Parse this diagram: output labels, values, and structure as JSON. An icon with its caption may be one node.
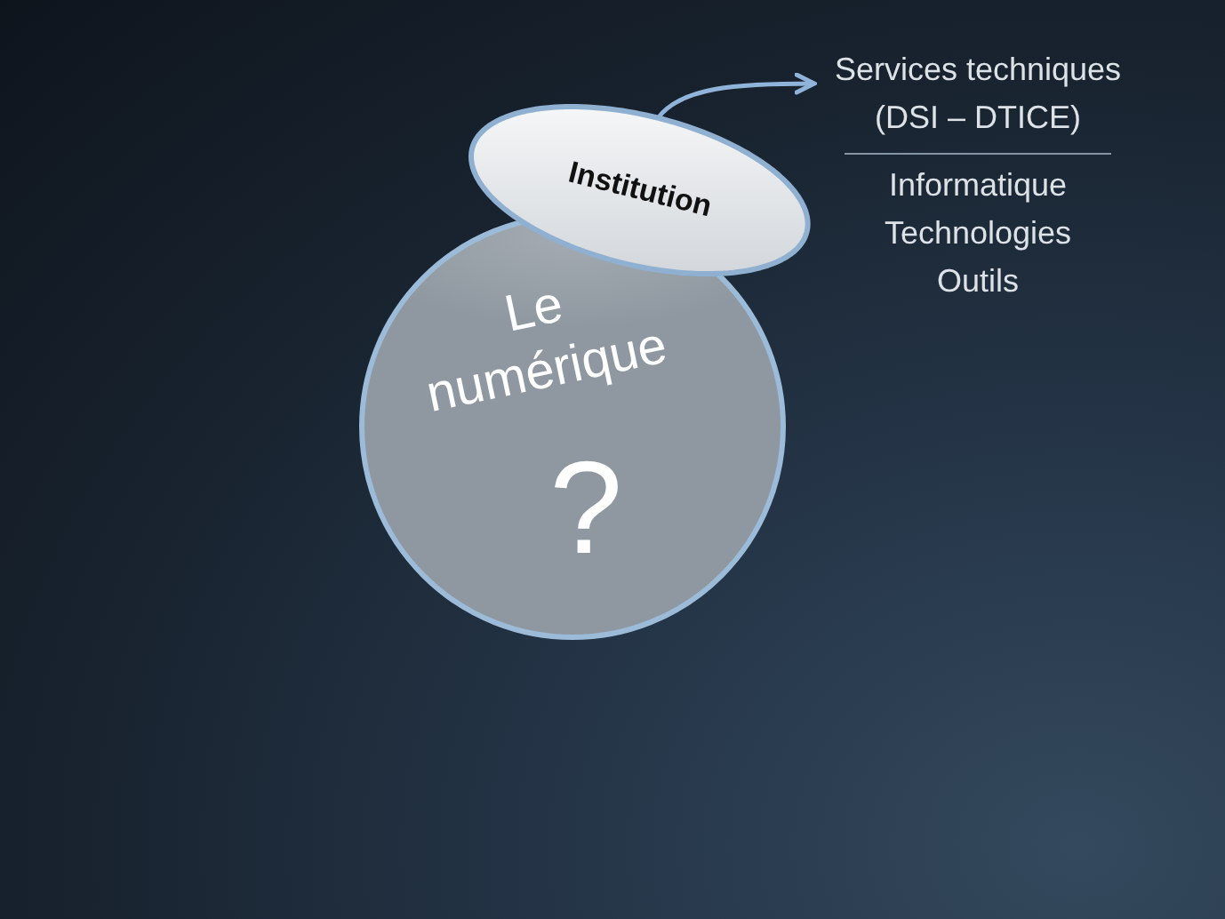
{
  "diagram": {
    "nodes": [
      {
        "text": [
          "Le numérique",
          "?"
        ]
      },
      {
        "text": [
          "Institution"
        ]
      },
      {
        "text": [
          "Services techniques (DSI – DTICE)",
          "Informatique Technologies Outils"
        ]
      }
    ],
    "edges": [
      {
        "from": 1,
        "to": 2,
        "arrow": "to"
      }
    ]
  }
}
